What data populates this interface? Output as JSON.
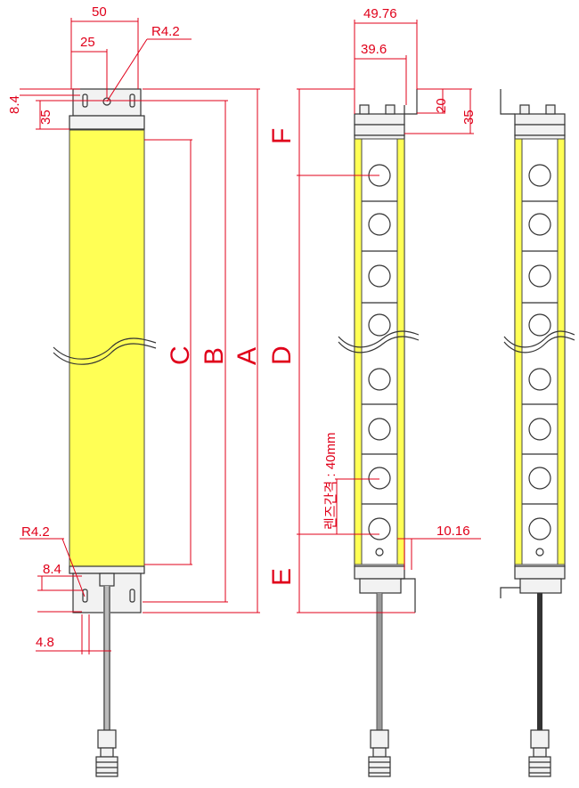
{
  "dims": {
    "w50": "50",
    "w25": "25",
    "r_top": "R4.2",
    "v8_4": "8.4",
    "v35": "35",
    "w49_76": "49.76",
    "w39_6": "39.6",
    "v20": "20",
    "v35b": "35",
    "r_bottom": "R4.2",
    "v8_4b": "8.4",
    "v4_8": "4.8",
    "w10_16": "10.16"
  },
  "letters": {
    "C": "C",
    "B": "B",
    "A": "A",
    "D": "D",
    "F": "F",
    "E": "E"
  },
  "lens_pitch_label": "렌즈간격 : 40mm",
  "colors": {
    "dimension": "#e0001a",
    "housing": "#ffff55",
    "outline": "#333333"
  }
}
